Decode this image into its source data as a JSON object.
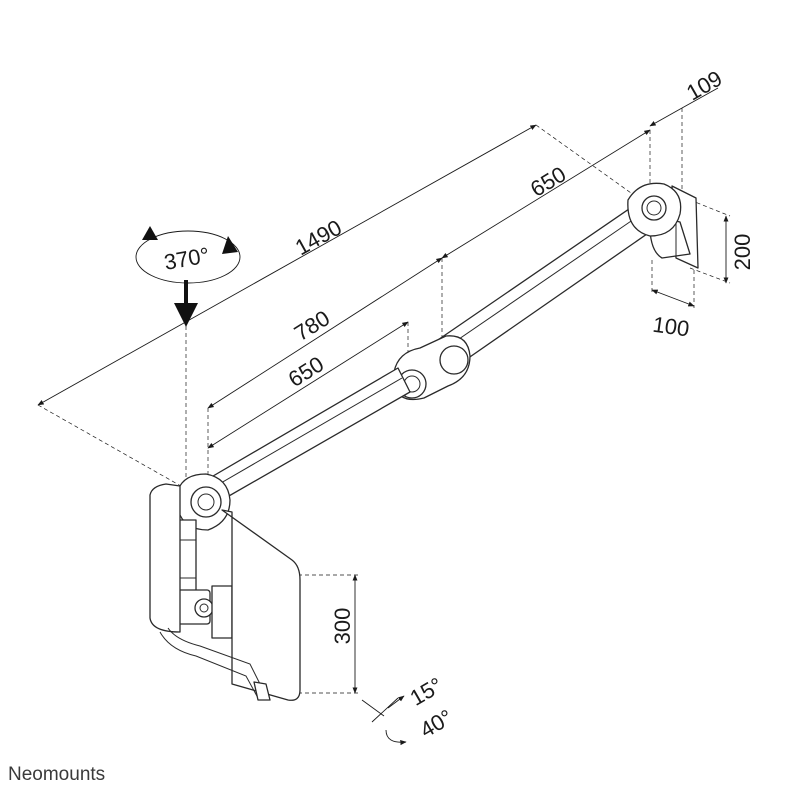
{
  "dimensions": {
    "total_reach": "1490",
    "upper_arm": "650",
    "reach_to_joint": "780",
    "lower_arm": "650",
    "bracket_depth": "109",
    "bracket_height": "200",
    "bracket_width": "100",
    "vesa_height": "300"
  },
  "angles": {
    "rotation": "370°",
    "tilt_forward": "15°",
    "tilt_back": "40°"
  },
  "brand": {
    "name": "Neomounts"
  }
}
